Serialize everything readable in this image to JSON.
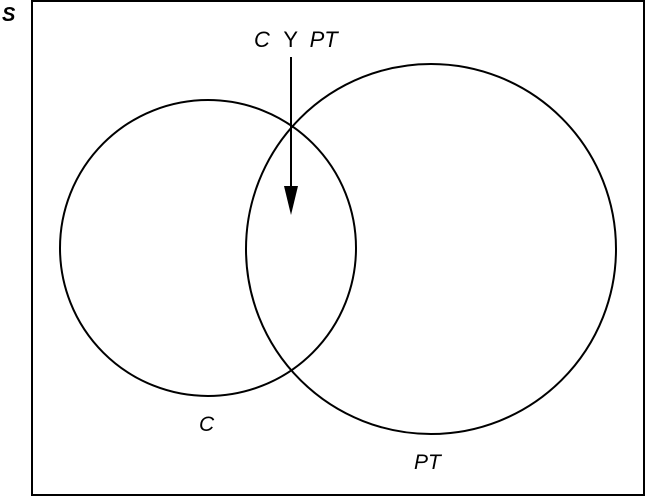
{
  "diagram": {
    "sample_space_label": "S",
    "intersection_label": {
      "left": "C",
      "symbol": "Y",
      "right": "PT"
    },
    "set_c_label": "C",
    "set_pt_label": "PT"
  },
  "colors": {
    "stroke": "#000000",
    "background": "#ffffff"
  }
}
